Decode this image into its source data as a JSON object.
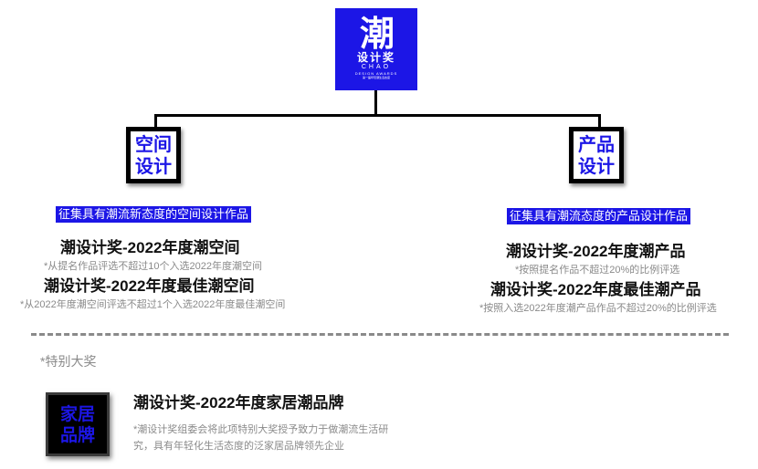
{
  "logo": {
    "mark": "潮",
    "title": "设计奖",
    "en_line1": "CHAO",
    "en_line2": "DESIGN AWARDS",
    "subtitle": "第一届年轻潮生活态度"
  },
  "left": {
    "category": [
      "空间",
      "设计"
    ],
    "tagline": "征集具有潮流新态度的空间设计作品",
    "awards": [
      {
        "title": "潮设计奖-2022年度潮空间",
        "note": "*从提名作品评选不超过10个入选2022年度潮空间"
      },
      {
        "title": "潮设计奖-2022年度最佳潮空间",
        "note": "*从2022年度潮空间评选不超过1个入选2022年度最佳潮空间"
      }
    ]
  },
  "right": {
    "category": [
      "产品",
      "设计"
    ],
    "tagline": "征集具有潮流态度的产品设计作品",
    "awards": [
      {
        "title": "潮设计奖-2022年度潮产品",
        "note": "*按照提名作品不超过20%的比例评选"
      },
      {
        "title": "潮设计奖-2022年度最佳潮产品",
        "note": "*按照入选2022年度潮产品作品不超过20%的比例评选"
      }
    ]
  },
  "special": {
    "label": "*特别大奖",
    "box": [
      "家居",
      "品牌"
    ],
    "title": "潮设计奖-2022年度家居潮品牌",
    "desc": "*潮设计奖组委会将此项特别大奖授予致力于做潮流生活研究，具有年轻化生活态度的泛家居品牌领先企业"
  },
  "colors": {
    "accent": "#1c16e6",
    "note_gray": "#8a8a8a"
  }
}
